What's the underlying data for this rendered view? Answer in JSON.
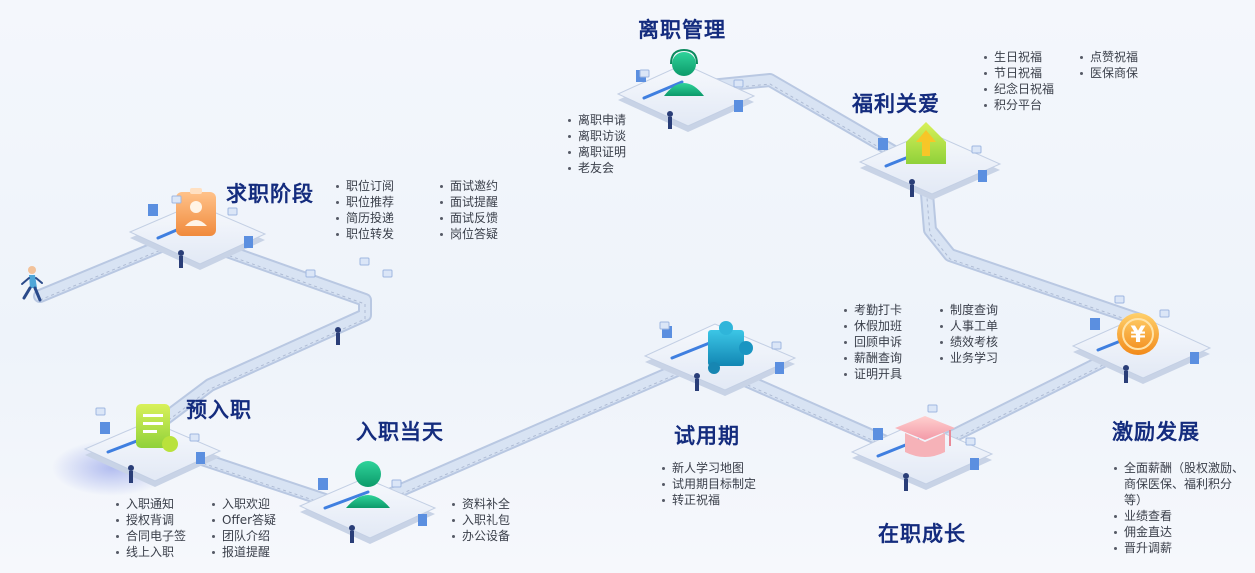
{
  "stages": {
    "job_search": {
      "title": "求职阶段",
      "items": [
        "职位订阅",
        "职位推荐",
        "简历投递",
        "职位转发",
        "面试邀约",
        "面试提醒",
        "面试反馈",
        "岗位答疑"
      ]
    },
    "pre_onboarding": {
      "title": "预入职",
      "items": [
        "入职通知",
        "授权背调",
        "合同电子签",
        "线上入职",
        "入职欢迎",
        "Offer答疑",
        "团队介绍",
        "报道提醒"
      ]
    },
    "onboarding_day": {
      "title": "入职当天",
      "items": [
        "资料补全",
        "入职礼包",
        "办公设备"
      ]
    },
    "probation": {
      "title": "试用期",
      "items": [
        "新人学习地图",
        "试用期目标制定",
        "转正祝福"
      ]
    },
    "growth": {
      "title": "在职成长",
      "items": [
        "考勤打卡",
        "休假加班",
        "回顾申诉",
        "薪酬查询",
        "证明开具",
        "制度查询",
        "人事工单",
        "绩效考核",
        "业务学习"
      ]
    },
    "incentive": {
      "title": "激励发展",
      "items": [
        "全面薪酬（股权激励、商保医保、福利积分等）",
        "业绩查看",
        "佣金直达",
        "晋升调薪"
      ]
    },
    "benefits": {
      "title": "福利关爱",
      "items": [
        "生日祝福",
        "节日祝福",
        "纪念日祝福",
        "积分平台",
        "点赞祝福",
        "医保商保"
      ]
    },
    "offboarding": {
      "title": "离职管理",
      "items": [
        "离职申请",
        "离职访谈",
        "离职证明",
        "老友会"
      ]
    }
  },
  "icons": {
    "job_search": "id-badge-icon",
    "pre_onboarding": "document-check-icon",
    "onboarding_day": "person-icon",
    "probation": "puzzle-piece-icon",
    "growth": "graduation-cap-icon",
    "incentive": "yen-coin-icon",
    "benefits": "up-arrow-icon",
    "offboarding": "headset-person-icon"
  },
  "colors": {
    "title": "#142c7e",
    "path": "#cfdbef",
    "path_edge": "#b8c9e6",
    "platform": "#e6ecf6",
    "icon_orange": "#f3a25a",
    "icon_green": "#18b27a",
    "icon_teal": "#1aa7c9",
    "icon_pink": "#f7a8b4",
    "icon_coin": "#f59b22"
  }
}
